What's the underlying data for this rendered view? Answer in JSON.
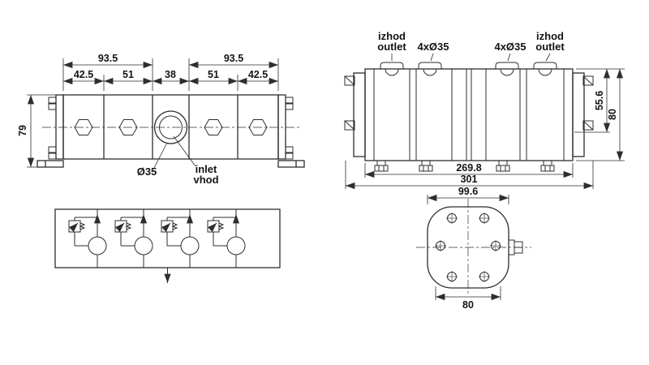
{
  "sheet": {
    "background": "#ffffff",
    "line_color": "#2e2e2e"
  },
  "front_view": {
    "dim_span_left": "93.5",
    "dim_span_right": "93.5",
    "dim_sections": [
      "42.5",
      "51",
      "38",
      "51",
      "42.5"
    ],
    "dim_height": "79",
    "inlet_diameter": "Ø35",
    "inlet_label_en": "inlet",
    "inlet_label_si": "vhod"
  },
  "top_view": {
    "outlet_left": {
      "si": "izhod",
      "en": "outlet"
    },
    "ports_left_label": "4xØ35",
    "ports_right_label": "4xØ35",
    "outlet_right": {
      "si": "izhod",
      "en": "outlet"
    },
    "dim_depth_inner": "55.6",
    "dim_depth_outer": "80",
    "dim_length_body": "269.8",
    "dim_length_total": "301"
  },
  "end_view": {
    "dim_width_outer": "99.6",
    "dim_width_inner": "80"
  }
}
